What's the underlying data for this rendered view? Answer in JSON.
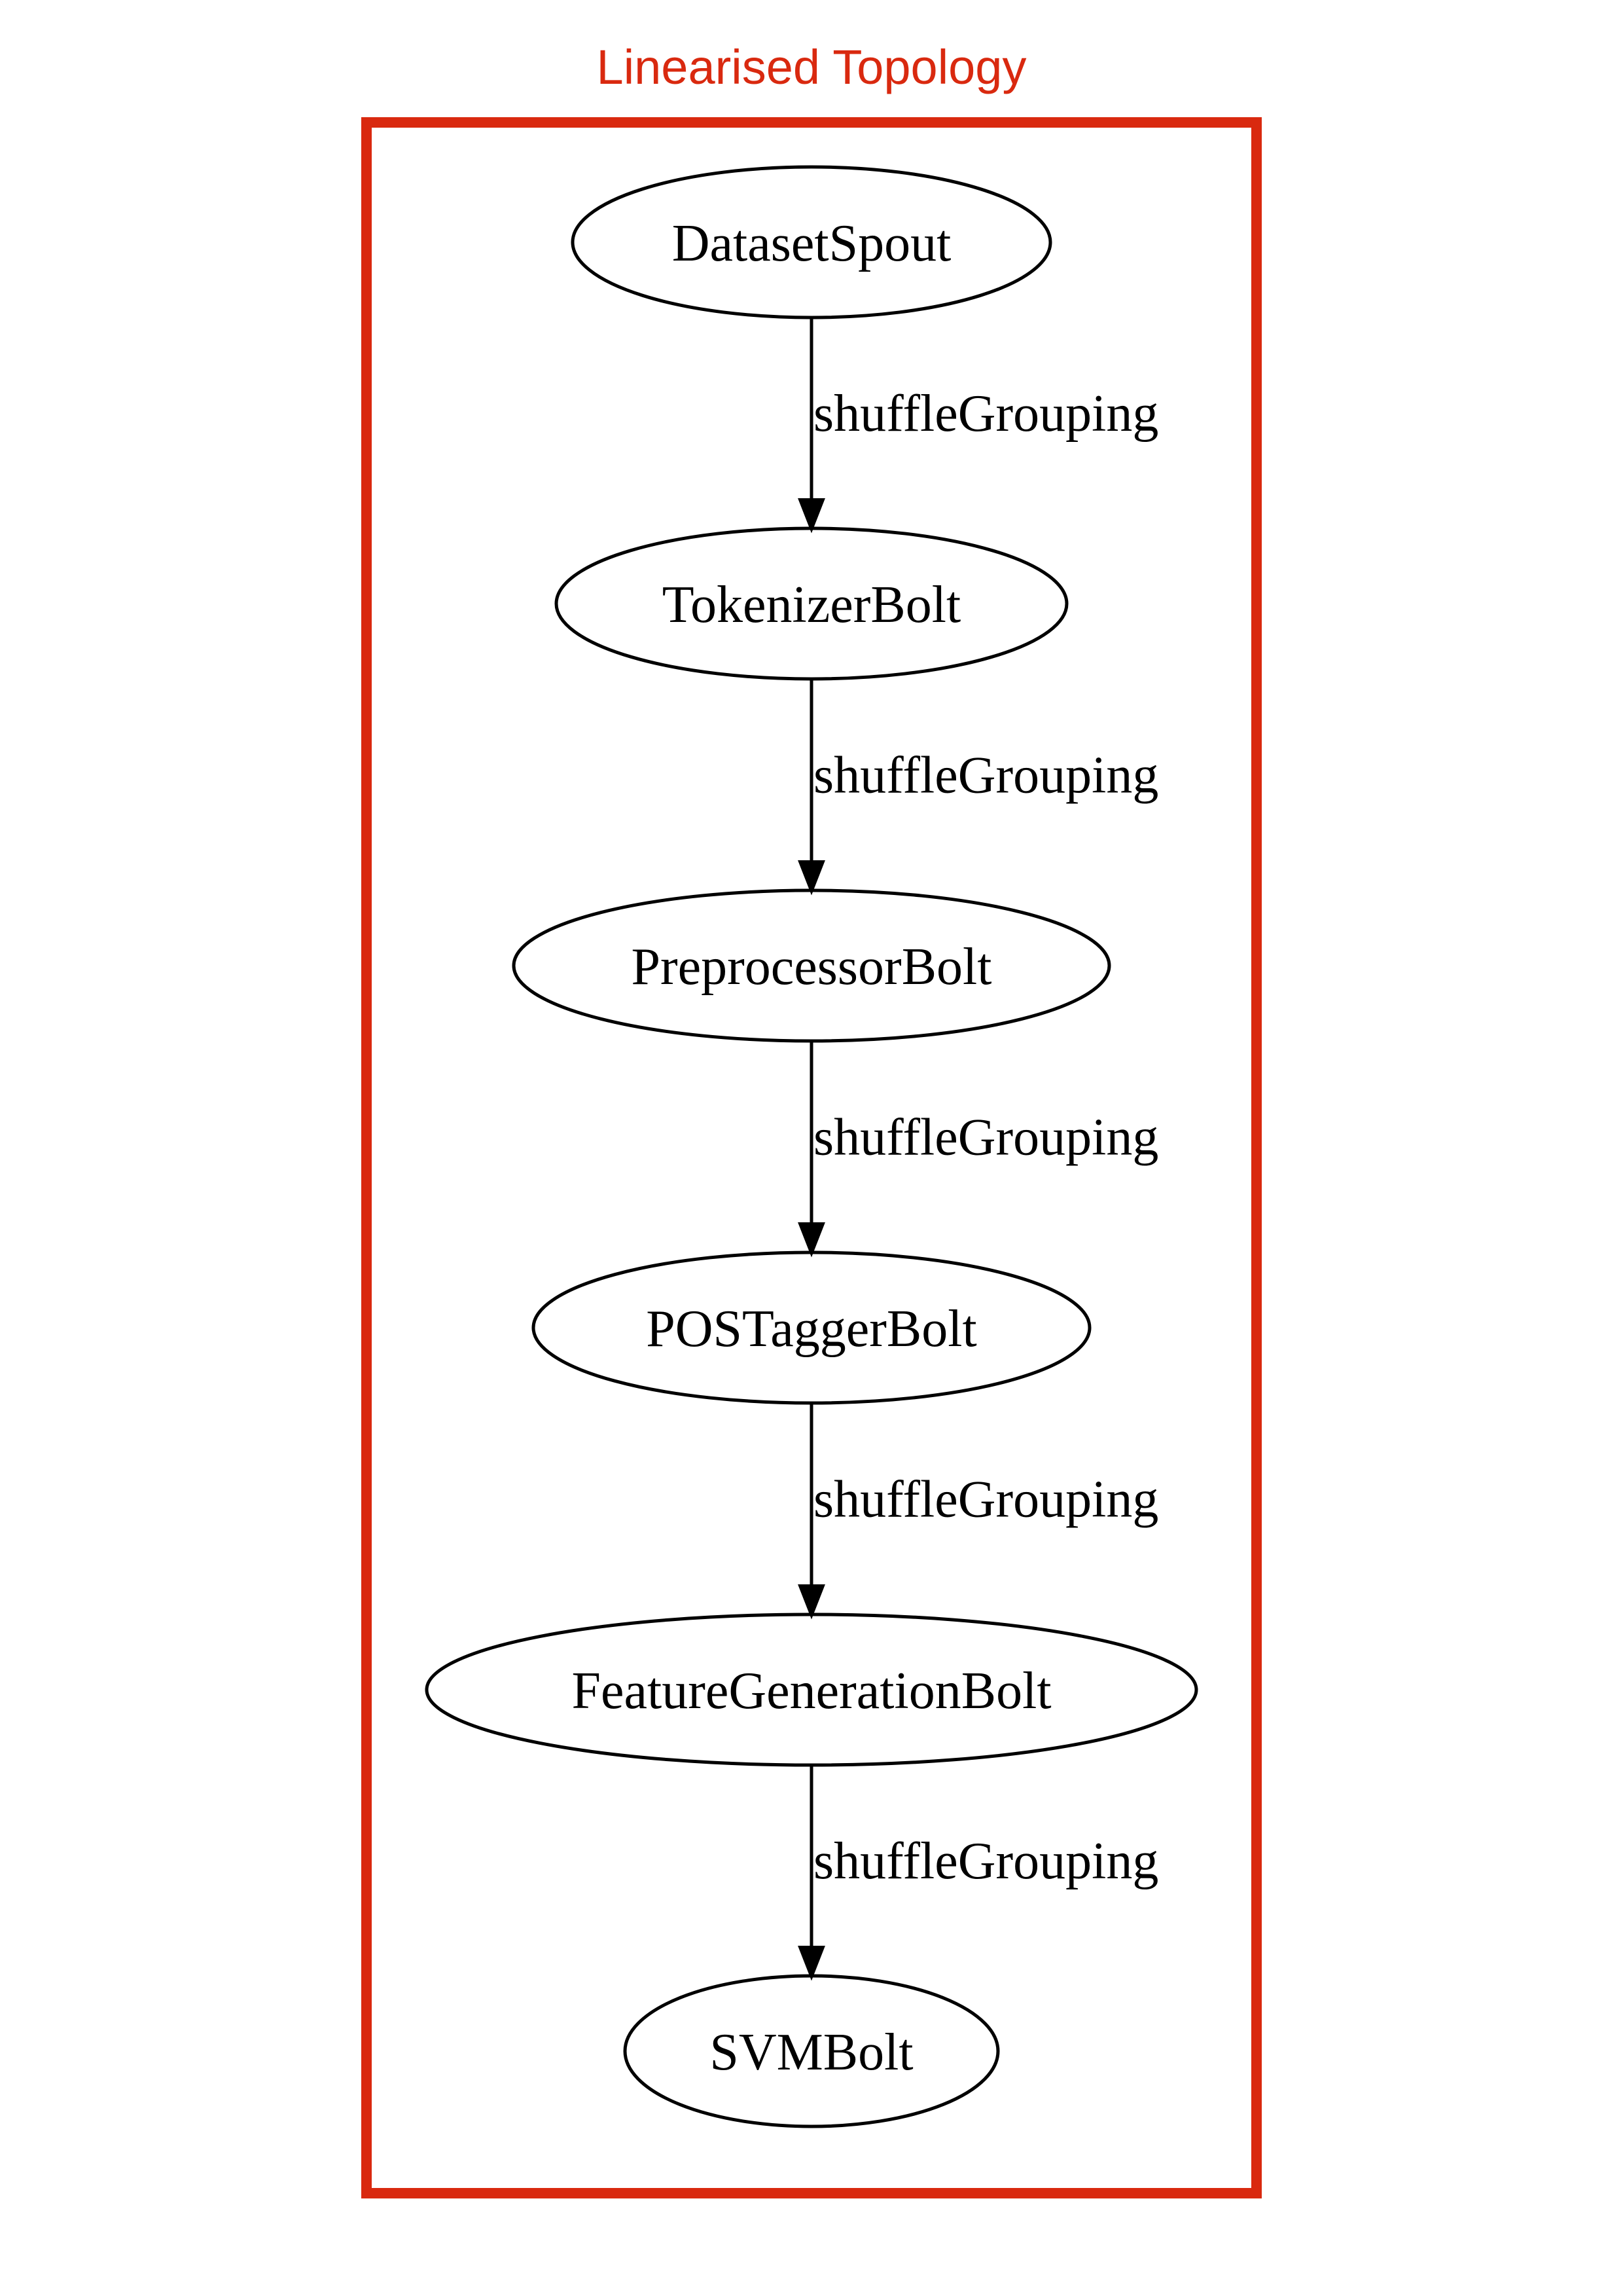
{
  "cluster": {
    "title": "Linearised Topology",
    "color": "#d9290f"
  },
  "colors": {
    "stroke": "#000000",
    "background": "#ffffff"
  },
  "nodes": [
    {
      "label": "DatasetSpout"
    },
    {
      "label": "TokenizerBolt"
    },
    {
      "label": "PreprocessorBolt"
    },
    {
      "label": "POSTaggerBolt"
    },
    {
      "label": "FeatureGenerationBolt"
    },
    {
      "label": "SVMBolt"
    }
  ],
  "edges": [
    {
      "from": "DatasetSpout",
      "to": "TokenizerBolt",
      "label": "shuffleGrouping"
    },
    {
      "from": "TokenizerBolt",
      "to": "PreprocessorBolt",
      "label": "shuffleGrouping"
    },
    {
      "from": "PreprocessorBolt",
      "to": "POSTaggerBolt",
      "label": "shuffleGrouping"
    },
    {
      "from": "POSTaggerBolt",
      "to": "FeatureGenerationBolt",
      "label": "shuffleGrouping"
    },
    {
      "from": "FeatureGenerationBolt",
      "to": "SVMBolt",
      "label": "shuffleGrouping"
    }
  ]
}
